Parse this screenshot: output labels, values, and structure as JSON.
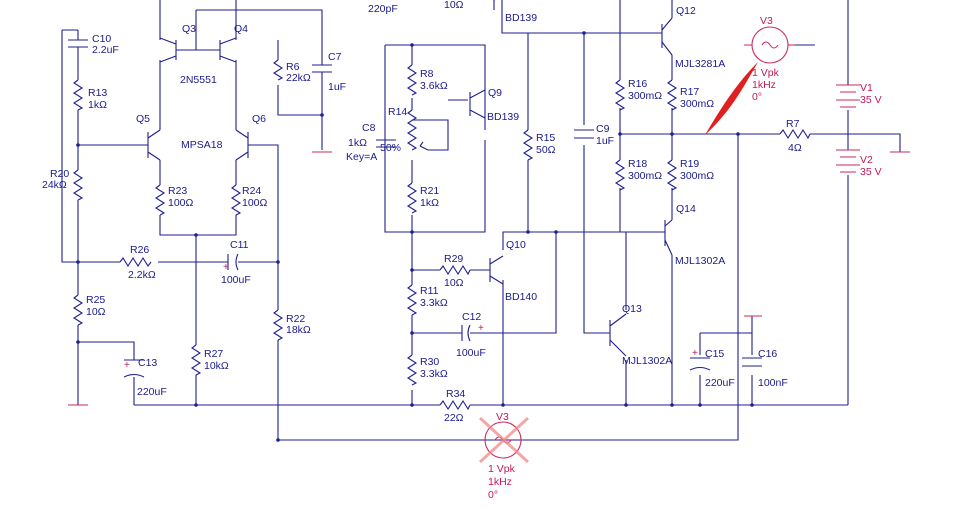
{
  "labels": {
    "c10": "C10",
    "c10_val": "2.2uF",
    "r13": "R13",
    "r13_val": "1kΩ",
    "q3": "Q3",
    "q4": "Q4",
    "pair1": "2N5551",
    "q5": "Q5",
    "q6": "Q6",
    "pair2": "MPSA18",
    "r6": "R6",
    "r6_val": "22kΩ",
    "c7": "C7",
    "c7_val": "1uF",
    "top_cap": "220pF",
    "top_res": "10Ω",
    "bd139_top": "BD139",
    "r8": "R8",
    "r8_val": "3.6kΩ",
    "r14": "R14",
    "c8": "C8",
    "c8_val": "1kΩ",
    "pot_pct": "50%",
    "pot_key": "Key=A",
    "q9": "Q9",
    "q9_val": "BD139",
    "r21": "R21",
    "r21_val": "1kΩ",
    "r20": "R20",
    "r20_val": "24kΩ",
    "r23": "R23",
    "r23_val": "100Ω",
    "r24": "R24",
    "r24_val": "100Ω",
    "r26": "R26",
    "r26_val": "2.2kΩ",
    "c11": "C11",
    "c11_val": "100uF",
    "r25": "R25",
    "r25_val": "10Ω",
    "c13": "C13",
    "c13_val": "220uF",
    "r27": "R27",
    "r27_val": "10kΩ",
    "r22": "R22",
    "r22_val": "18kΩ",
    "r15": "R15",
    "r15_val": "50Ω",
    "c9": "C9",
    "c9_val": "1uF",
    "q12": "Q12",
    "q12_val": "MJL3281A",
    "r16": "R16",
    "r16_val": "300mΩ",
    "r17": "R17",
    "r17_val": "300mΩ",
    "r18": "R18",
    "r18_val": "300mΩ",
    "r19": "R19",
    "r19_val": "300mΩ",
    "q14": "Q14",
    "q14_val": "MJL1302A",
    "q10": "Q10",
    "q10_val": "BD140",
    "r29": "R29",
    "r29_val": "10Ω",
    "r11": "R11",
    "r11_val": "3.3kΩ",
    "c12": "C12",
    "c12_val": "100uF",
    "r30": "R30",
    "r30_val": "3.3kΩ",
    "r34": "R34",
    "r34_val": "22Ω",
    "q13": "Q13",
    "q13_val": "MJL1302A",
    "c15": "C15",
    "c15_val": "220uF",
    "c16": "C16",
    "c16_val": "100nF",
    "r7": "R7",
    "r7_val": "4Ω",
    "v1": "V1",
    "v1_val": "35 V",
    "v2": "V2",
    "v2_val": "35 V"
  },
  "sources": {
    "top": {
      "name": "V3",
      "amp": "1 Vpk",
      "freq": "1kHz",
      "phase": "0°"
    },
    "bottom": {
      "name": "V3",
      "amp": "1 Vpk",
      "freq": "1kHz",
      "phase": "0°"
    }
  },
  "colors": {
    "wire": "#1f1f8f",
    "label": "#1a1a8a",
    "source": "#c2185b",
    "probe": "#e02020",
    "cross": "#f08a8a"
  }
}
